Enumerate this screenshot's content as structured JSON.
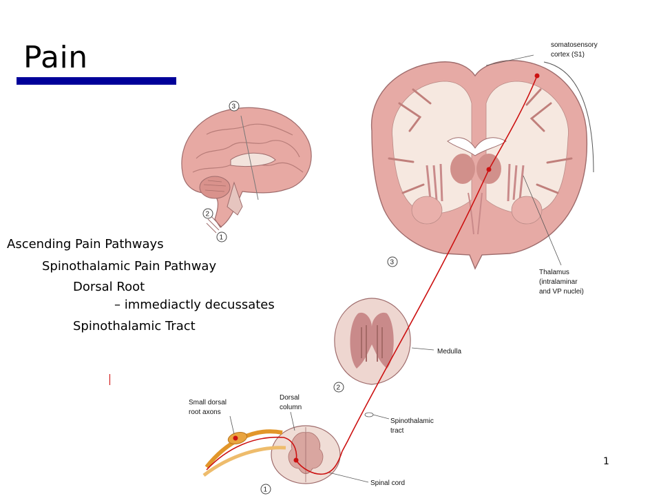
{
  "slide": {
    "title": "Pain",
    "title_bar_color": "#000099",
    "slide_number": "1"
  },
  "bullets": {
    "l1": "Ascending Pain Pathways",
    "l2": "Spinothalamic Pain Pathway",
    "l3": "Dorsal Root",
    "l4": "– immediactly decussates",
    "l5": "Spinothalamic Tract"
  },
  "diagram": {
    "labels": {
      "cortex": "somatosensory",
      "cortex2": "cortex (S1)",
      "thalamus": "Thalamus",
      "thalamus2": "(intralaminar",
      "thalamus3": "and VP nuclei)",
      "medulla": "Medulla",
      "small_dorsal": "Small dorsal",
      "root_axons": "root axons",
      "dorsal": "Dorsal",
      "column": "column",
      "spinothalamic": "Spinothalamic",
      "tract": "tract",
      "spinal_cord": "Spinal cord"
    },
    "numbers": {
      "n1": "1",
      "n2": "2",
      "n3": "3",
      "n1b": "1",
      "n2b": "2",
      "n3b": "3"
    },
    "colors": {
      "pathway": "#cc1111",
      "tissue_pink": "#e9b6b2",
      "tissue_dark": "#c98a8a",
      "white_matter": "#f8eee6",
      "outline": "#9e6b6b"
    }
  }
}
